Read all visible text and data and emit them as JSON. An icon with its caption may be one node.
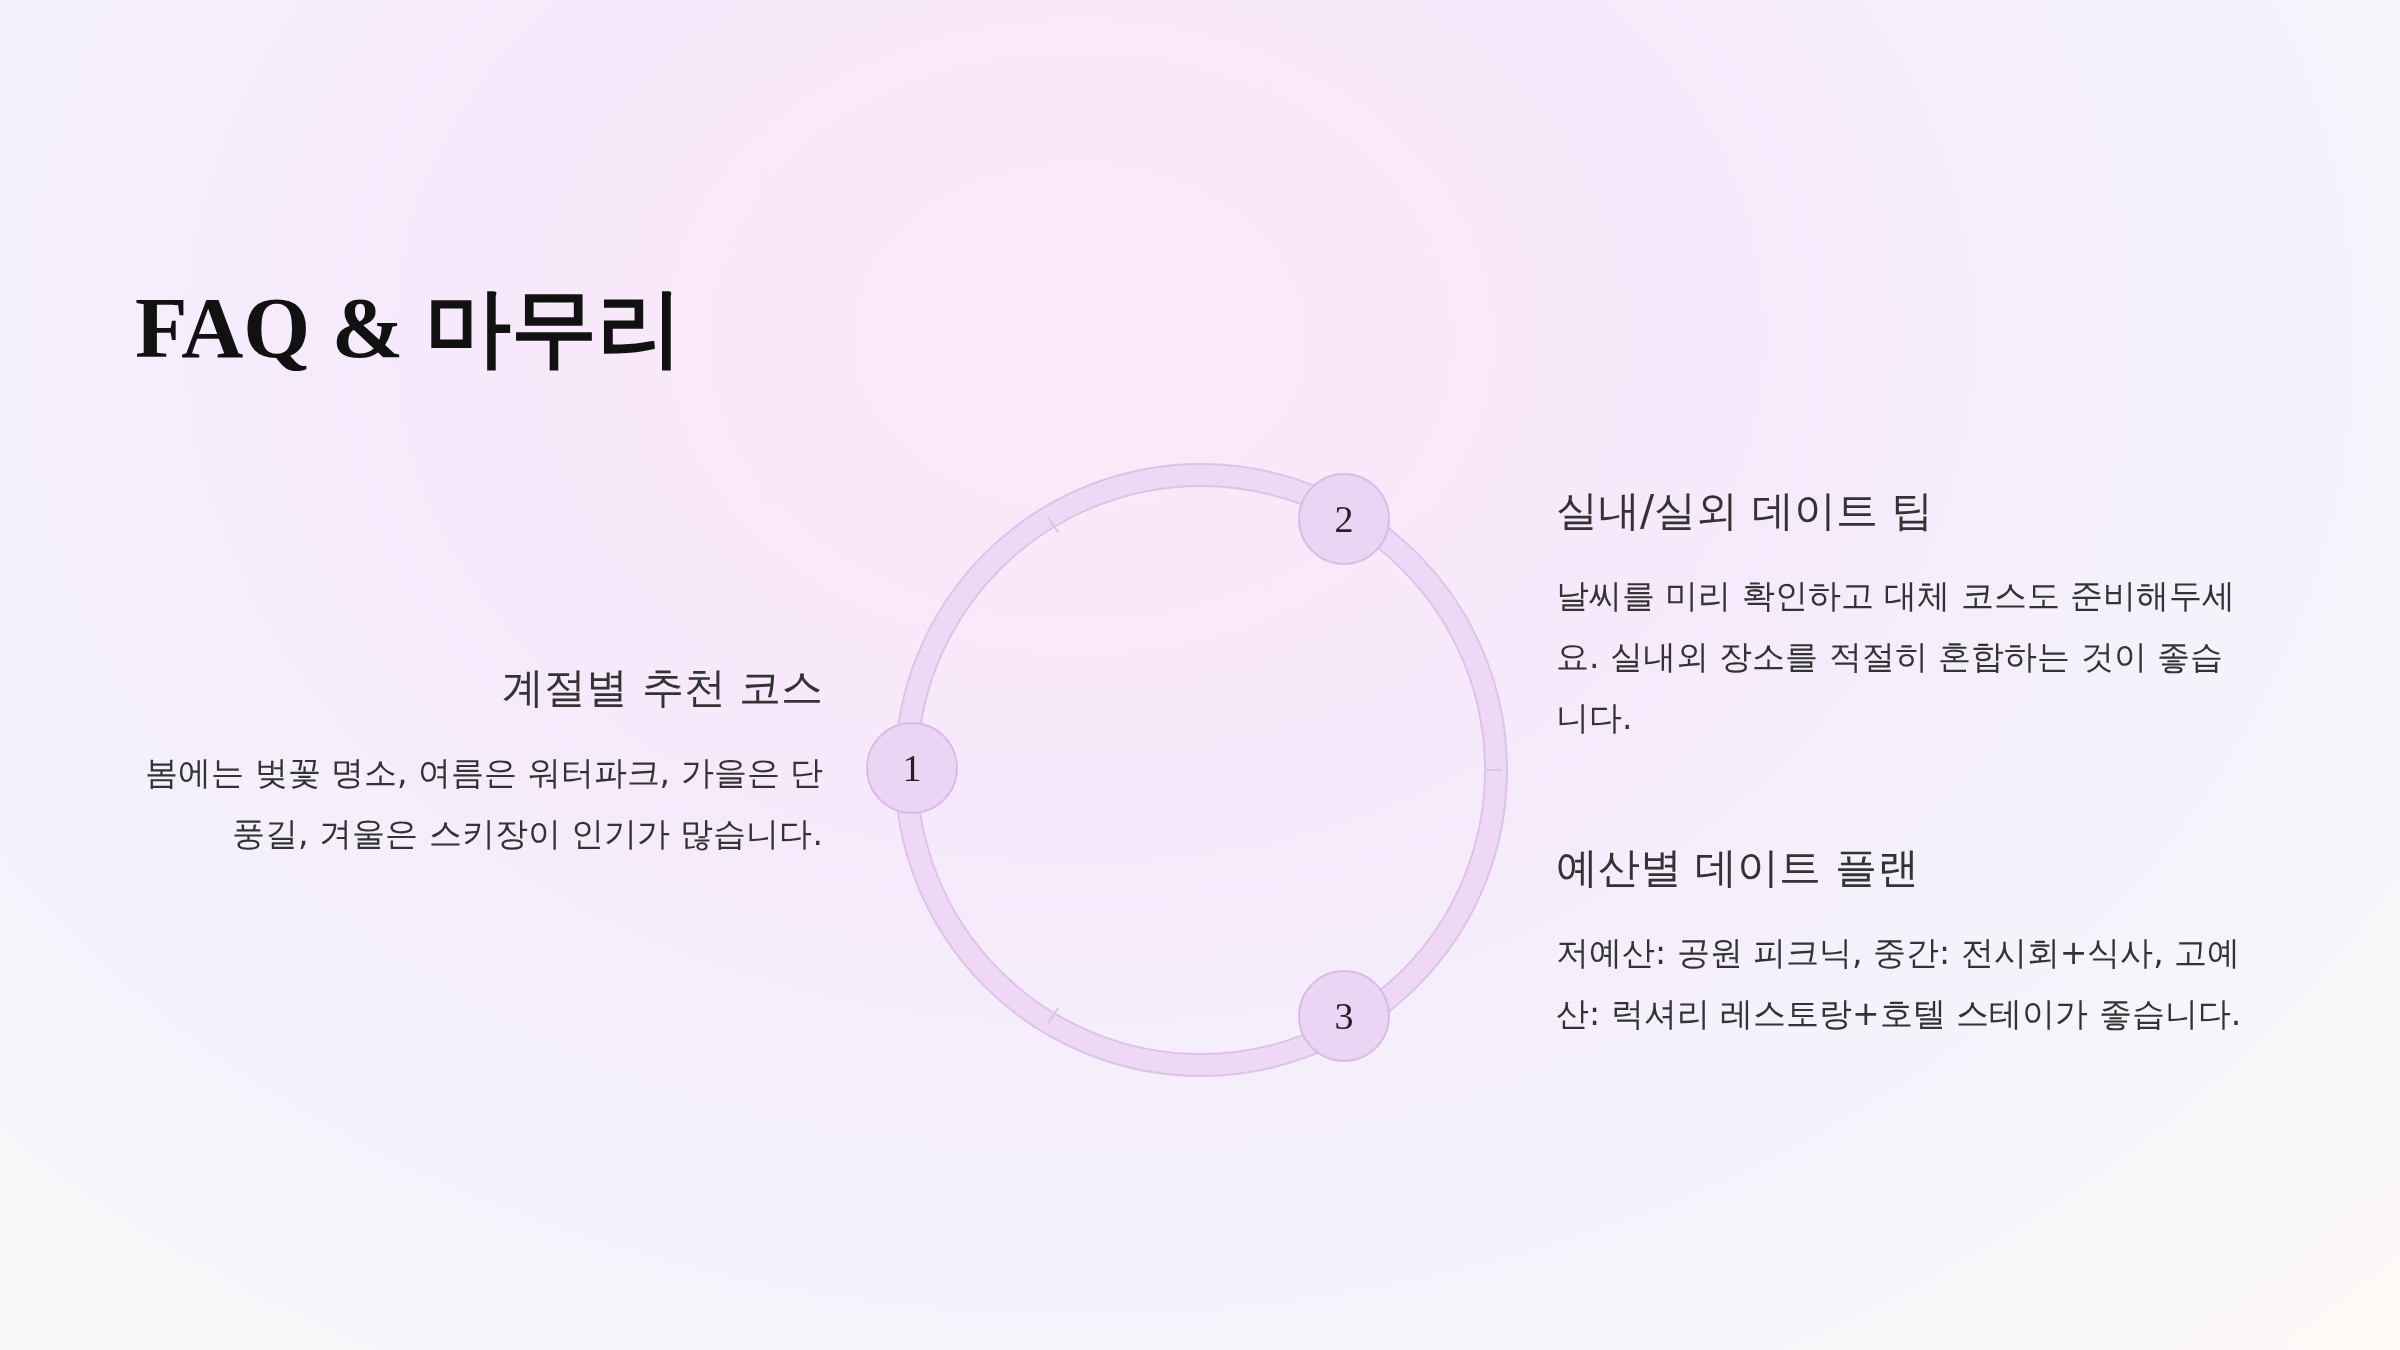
{
  "diagram": {
    "title": "FAQ & 마무리",
    "nodes": [
      {
        "text": [
          "1"
        ],
        "beside": [
          "계절별 추천 코스",
          "봄에는 벚꽃 명소, 여름은 워터파크, 가을은 단풍길, 겨울은 스키장이 인기가 많습니다."
        ]
      },
      {
        "text": [
          "2"
        ],
        "beside": [
          "실내/실외 데이트 팁",
          "날씨를 미리 확인하고 대체 코스도 준비해두세요. 실내외 장소를 적절히 혼합하는 것이 좋습니다."
        ]
      },
      {
        "text": [
          "3"
        ],
        "beside": [
          "예산별 데이트 플랜",
          "저예산: 공원 피크닉, 중간: 전시회+식사, 고예산: 럭셔리 레스토랑+호텔 스테이가 좋습니다."
        ]
      }
    ]
  }
}
